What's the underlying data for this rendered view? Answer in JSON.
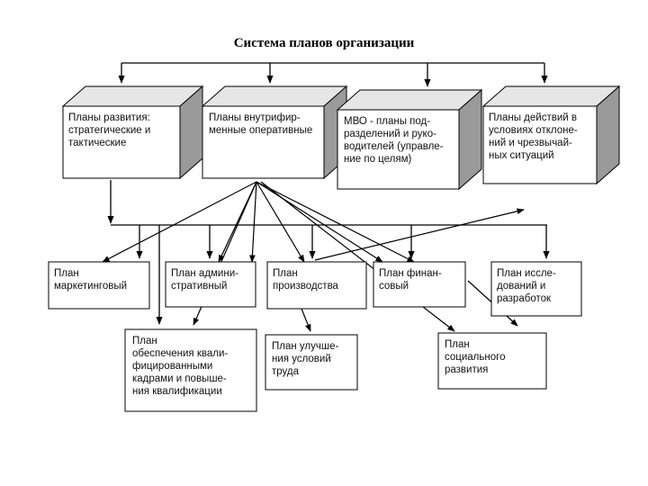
{
  "title": "Система планов организации",
  "top_blocks": [
    {
      "id": "development",
      "text": "Планы развития:\nстратегические и\nтактические"
    },
    {
      "id": "intrafirm",
      "text": "Планы внутрифир-\nменные оперативные"
    },
    {
      "id": "mbo",
      "text": "МВО  - планы под-\nразделений и руко-\nводителей (управле-\nние по целям)"
    },
    {
      "id": "emergency",
      "text": "Планы действий в\nусловиях отклоне-\nний и чрезвычай-\nных ситуаций"
    }
  ],
  "plans_row1": [
    {
      "id": "marketing",
      "text": "План\nмаркетинговый"
    },
    {
      "id": "admin",
      "text": "План админи-\nстративный"
    },
    {
      "id": "production",
      "text": "План\nпроизводства"
    },
    {
      "id": "finance",
      "text": "План финан-\nсовый"
    },
    {
      "id": "research",
      "text": "План иссле-\nдований и\nразработок"
    }
  ],
  "plans_row2": [
    {
      "id": "staff",
      "text": "План\nобеспечения квали-\nфицированными\nкадрами и повыше-\nния квалификации"
    },
    {
      "id": "labor",
      "text": "План улучше-\nния условий\nтруда"
    },
    {
      "id": "social",
      "text": "План\nсоциального\nразвития"
    }
  ]
}
